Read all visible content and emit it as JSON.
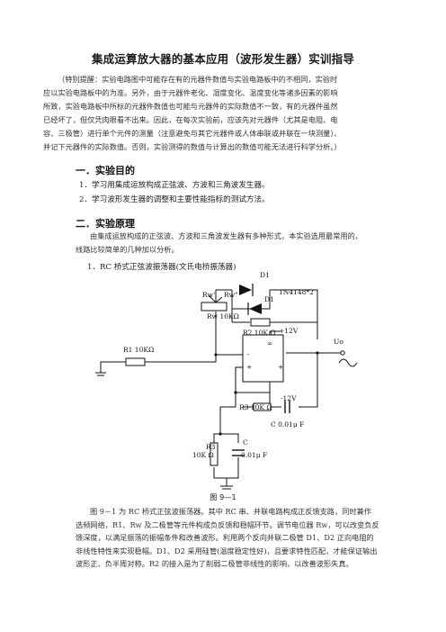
{
  "title": "集成运算放大器的基本应用（波形发生器）实训指导",
  "intro_lines": [
    "（特别提醒：实验电路图中可能存在有的元器件数值与实验电路板中的不相同，实验时",
    "应以实验电路板中的为准。另外，由于元器件老化、湿度变化、温度变化等诸多因素的影响",
    "所致，实验电路板中所标的元器件数值也可能与元器件的实际数值不一致，有的元器件虽然",
    "已经坏了，但仅凭肉眼看不出来。因此，在每次实验前，应该先对元器件（尤其是电阻、电",
    "容、三极管）进行单个元件的测量（注意避免与其它元器件或人体串联或并联在一块测量）、",
    "并记下元器件的实际数值。否则，实验测得的数值与计算出的数值可能无法进行科学分析。）"
  ],
  "section1": {
    "heading": "一．实验目的",
    "items": [
      "1．学习用集成运放构成正弦波、方波和三角波发生器。",
      "2．学习波形发生器的调整和主要性能指标的测试方法。"
    ]
  },
  "section2": {
    "heading": "二．实验原理",
    "lines": [
      "由集成运放构成的正弦波、方波和三角波发生器有多种形式，本实验选用最常用的，",
      "线路比较简单的几种加以分析。"
    ],
    "subheading": "1．RC 桥式正弦波振荡器(文氏电桥振荡器)"
  },
  "circuit": {
    "labels": {
      "d1_top": "D1",
      "d1_bottom": "D1",
      "diode_type": "1N4148*2",
      "rw_prime": "Rw'",
      "rw_dprime": "Rw\"",
      "rw": "Rw 10KΩ",
      "r2": "R2 10K Ω",
      "r1": "R1 10KΩ",
      "vplus": "+12V",
      "vminus": "-12V",
      "uo": "Uo",
      "infinity": "∞",
      "minus_in": "-",
      "plus_in": "+",
      "plus_out": "+",
      "r3_series": "R3 10K Ω",
      "c_series": "C 0.01μ F",
      "r3_shunt": "R3",
      "r3_shunt_value": "10K Ω",
      "c_shunt": "C",
      "c_shunt_value": "0.01μ F"
    }
  },
  "figure_caption": "图 9—1",
  "body_lines": [
    "图 9－1 为 RC 桥式正弦波振荡器。其中 RC 串、并联电路构成正反馈支路，同时兼作",
    "选频网络，R1、Rw 及二极管等元件构成负反馈和稳幅环节。调节电位器 Rw，可以改变负反",
    "馈深度，以满足振荡的振幅条件和改善波形。利用两个反向并联二极管 D1、D2 正向电阻的",
    "非线性特性来实现稳幅。D1、D2 采用硅管(温度稳定性好)，且要求特性匹配，才能保证输出",
    "波形正、负半周对称。R2 的接入是为了削弱二极管非线性的影响，以改善波形失真。"
  ]
}
